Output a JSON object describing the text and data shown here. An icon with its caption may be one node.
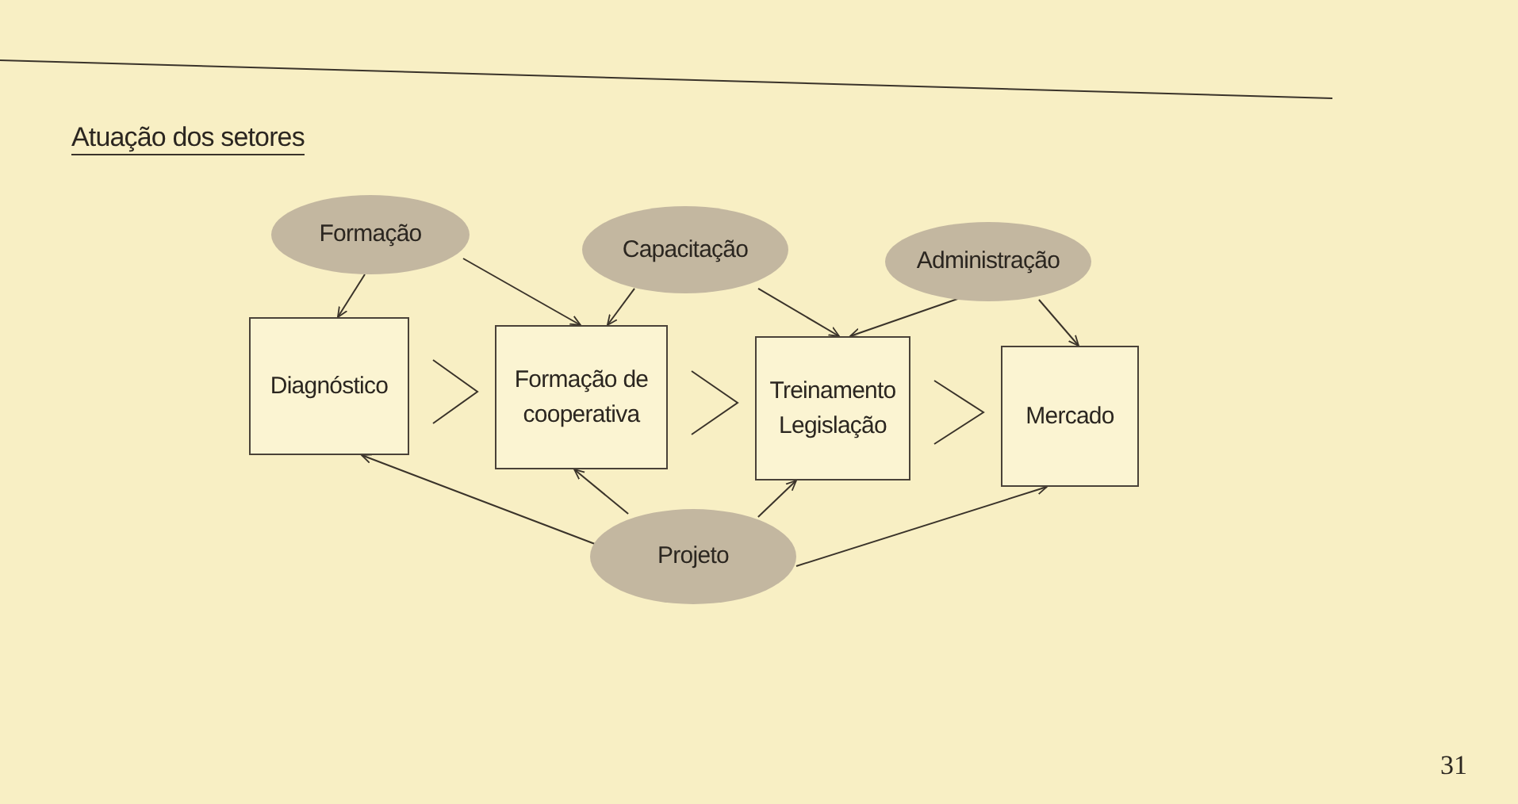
{
  "diagram": {
    "title": "Atuação dos setores",
    "nodes": [
      {
        "text": [
          "Formação"
        ]
      },
      {
        "text": [
          "Capacitação"
        ]
      },
      {
        "text": [
          "Administração"
        ]
      },
      {
        "text": [
          "Diagnóstico"
        ]
      },
      {
        "text": [
          "Formação de cooperativa"
        ]
      },
      {
        "text": [
          "Treinamento Legislação"
        ]
      },
      {
        "text": [
          "Mercado"
        ]
      },
      {
        "text": [
          "Projeto"
        ]
      }
    ],
    "edges": [
      {
        "from": 0,
        "to": 3,
        "arrow": "to"
      },
      {
        "from": 0,
        "to": 4,
        "arrow": "to"
      },
      {
        "from": 1,
        "to": 4,
        "arrow": "to"
      },
      {
        "from": 1,
        "to": 5,
        "arrow": "to"
      },
      {
        "from": 2,
        "to": 5,
        "arrow": "to"
      },
      {
        "from": 2,
        "to": 6,
        "arrow": "to"
      },
      {
        "from": 7,
        "to": 3,
        "arrow": "to"
      },
      {
        "from": 7,
        "to": 4,
        "arrow": "to"
      },
      {
        "from": 7,
        "to": 5,
        "arrow": "to"
      },
      {
        "from": 7,
        "to": 6,
        "arrow": "to"
      },
      {
        "from": 3,
        "to": 4,
        "arrow": "to"
      },
      {
        "from": 4,
        "to": 5,
        "arrow": "to"
      },
      {
        "from": 5,
        "to": 6,
        "arrow": "to"
      }
    ],
    "labels": [
      "31"
    ]
  }
}
